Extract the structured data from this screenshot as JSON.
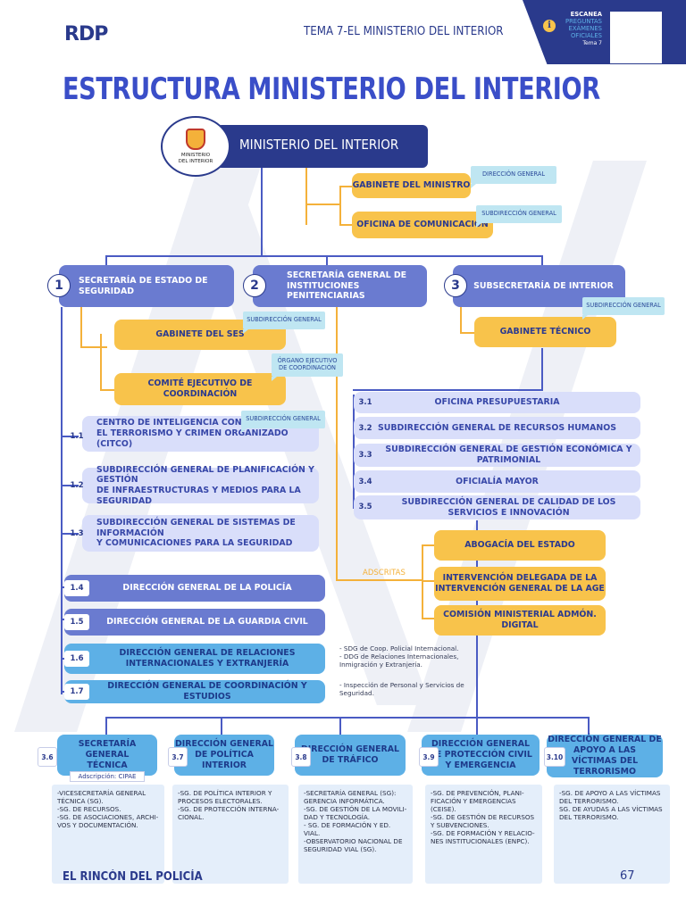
{
  "header": {
    "logo": "RDP",
    "tema": "TEMA 7-EL MINISTERIO DEL INTERIOR",
    "qr_lines": [
      "ESCANEA",
      "PREGUNTAS",
      "EXÁMENES",
      "OFICIALES",
      "Tema 7"
    ]
  },
  "title": "ESTRUCTURA MINISTERIO DEL INTERIOR",
  "ministry": {
    "seal_text": "MINISTERIO DEL INTERIOR",
    "label": "MINISTERIO DEL INTERIOR",
    "gabinete": "GABINETE DEL MINISTRO",
    "gabinete_tag": "DIRECCIÓN GENERAL",
    "oficina": "OFICINA DE COMUNICACIÓN",
    "oficina_tag": "SUBDIRECCIÓN GENERAL"
  },
  "col1": {
    "num": "1",
    "label": "SECRETARÍA DE ESTADO DE SEGURIDAD",
    "gabinete_ses": "GABINETE DEL SES",
    "gabinete_ses_tag": "SUBDIRECCIÓN GENERAL",
    "comite": "COMITÉ EJECUTIVO DE COORDINACIÓN",
    "comite_tag": "ÓRGANO EJECUTIVO DE COORDINACIÓN",
    "citco_tag": "SUBDIRECCIÓN GENERAL",
    "items": [
      {
        "num": "1.1",
        "label": "CENTRO DE INTELIGENCIA CONTRA\n EL TERRORISMO Y CRIMEN ORGANIZADO (CITCO)"
      },
      {
        "num": "1.2",
        "label": "SUBDIRECCIÓN GENERAL DE PLANIFICACIÓN Y GESTIÓN\nDE INFRAESTRUCTURAS Y MEDIOS PARA LA SEGURIDAD"
      },
      {
        "num": "1.3",
        "label": "SUBDIRECCIÓN GENERAL DE SISTEMAS DE INFORMACIÓN\nY COMUNICACIONES PARA LA SEGURIDAD"
      },
      {
        "num": "1.4",
        "label": "DIRECCIÓN GENERAL DE LA POLICÍA"
      },
      {
        "num": "1.5",
        "label": "DIRECCIÓN GENERAL DE LA GUARDIA CIVIL"
      },
      {
        "num": "1.6",
        "label": "DIRECCIÓN GENERAL DE RELACIONES\nINTERNACIONALES Y EXTRANJERÍA"
      },
      {
        "num": "1.7",
        "label": "DIRECCIÓN GENERAL DE COORDINACIÓN Y ESTUDIOS"
      }
    ],
    "note_16": "- SDG de Coop. Policial Internacional.\n- DDG de Relaciones Internacionales,\nInmigración y Extranjería.",
    "note_17": "- Inspección de Personal y Servicios de\nSeguridad."
  },
  "col2": {
    "num": "2",
    "label": "SECRETARÍA GENERAL DE\nINSTITUCIONES PENITENCIARIAS"
  },
  "col3": {
    "num": "3",
    "label": "SUBSECRETARÍA DE INTERIOR",
    "gabinete": "GABINETE TÉCNICO",
    "gabinete_tag": "SUBDIRECCIÓN GENERAL",
    "items": [
      {
        "num": "3.1",
        "label": "OFICINA PRESUPUESTARIA"
      },
      {
        "num": "3.2",
        "label": "SUBDIRECCIÓN GENERAL DE RECURSOS HUMANOS"
      },
      {
        "num": "3.3",
        "label": "SUBDIRECCIÓN GENERAL DE GESTIÓN ECONÓMICA Y PATRIMONIAL"
      },
      {
        "num": "3.4",
        "label": "OFICIALÍA MAYOR"
      },
      {
        "num": "3.5",
        "label": "SUBDIRECCIÓN GENERAL DE CALIDAD DE LOS SERVICIOS E INNOVACIÓN"
      }
    ],
    "adscritas_label": "ADSCRITAS",
    "adscritas": [
      "ABOGACÍA DEL ESTADO",
      "INTERVENCIÓN DELEGADA DE LA\nINTERVENCIÓN GENERAL DE LA AGE",
      "COMISIÓN MINISTERIAL ADMÓN. DIGITAL"
    ]
  },
  "bottom": [
    {
      "num": "3.6",
      "label": "SECRETARÍA GENERAL\nTÉCNICA",
      "sub": "Adscripción: CIPAE",
      "text": "-VICESECRETARÍA GENERAL\nTÉCNICA (SG).\n-SG. DE RECURSOS.\n-SG. DE ASOCIACIONES, ARCHI-\nVOS Y DOCUMENTACIÓN."
    },
    {
      "num": "3.7",
      "label": "DIRECCIÓN GENERAL\nDE POLÍTICA INTERIOR",
      "sub": "",
      "text": "-SG. DE POLÍTICA INTERIOR Y\nPROCESOS ELECTORALES.\n-SG. DE PROTECCIÓN INTERNA-\nCIONAL."
    },
    {
      "num": "3.8",
      "label": "DIRECCIÓN GENERAL\nDE TRÁFICO",
      "sub": "",
      "text": "-SECRETARÍA GENERAL (SG):\nGERENCIA INFORMÁTICA.\n-SG. DE GESTIÓN DE LA MOVILI-\nDAD Y TECNOLOGÍA.\n- SG. DE FORMACIÓN Y ED. VIAL.\n-OBSERVATORIO NACIONAL DE\nSEGURIDAD VIAL (SG)."
    },
    {
      "num": "3.9",
      "label": "DIRECCIÓN GENERAL\nDE PROTECCIÓN CIVIL\nY EMERGENCIA",
      "sub": "",
      "text": "-SG. DE PREVENCIÓN, PLANI-\nFICACIÓN Y EMERGENCIAS\n(CEISE).\n-SG. DE GESTIÓN DE RECURSOS\nY SUBVENCIONES.\n-SG. DE FORMACIÓN Y RELACIO-\nNES INSTITUCIONALES (ENPC)."
    },
    {
      "num": "3.10",
      "label": "DIRECCIÓN GENERAL DE\nAPOYO A LAS\nVÍCTIMAS DEL TERRORISMO",
      "sub": "",
      "text": "-SG. DE APOYO A LAS VÍCTIMAS\nDEL TERRORISMO.\nSG. DE AYUDAS A LAS VÍCTIMAS\nDEL TERRORISMO."
    }
  ],
  "footer": {
    "brand": "EL RINCÓN DEL POLICÍA",
    "page": "67"
  },
  "colors": {
    "navy": "#2a3a8c",
    "blue_box": "#6a7bd0",
    "light_box": "#d9defa",
    "cyan_box": "#5db0e6",
    "yellow_box": "#f8c34b",
    "tag": "#bfe6f2"
  }
}
